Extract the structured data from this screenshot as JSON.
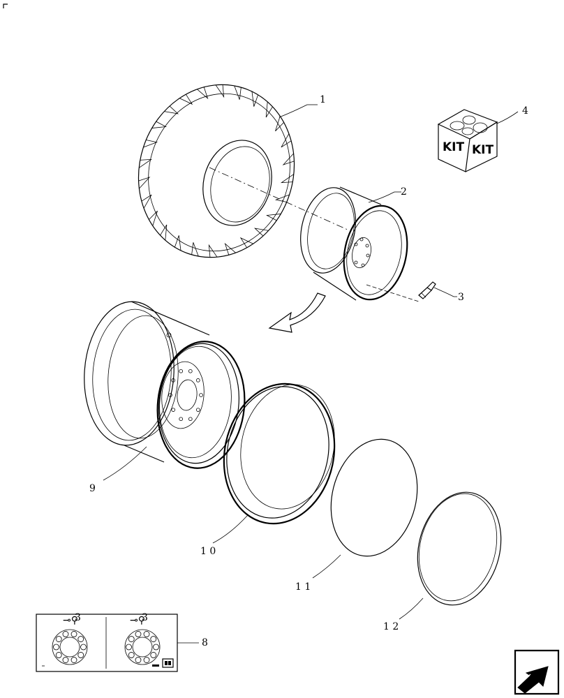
{
  "diagram": {
    "callouts": {
      "c1": "1",
      "c2": "2",
      "c3": "3",
      "c4": "4",
      "c8": "8",
      "c9": "9",
      "c10": "1 0",
      "c11": "1 1",
      "c12": "1 2"
    },
    "kit_box": {
      "left_text": "KIT",
      "right_text": "KIT"
    },
    "torque_card": {
      "wrench_number": "3"
    },
    "nav_icon": "next-page-arrow-icon"
  }
}
